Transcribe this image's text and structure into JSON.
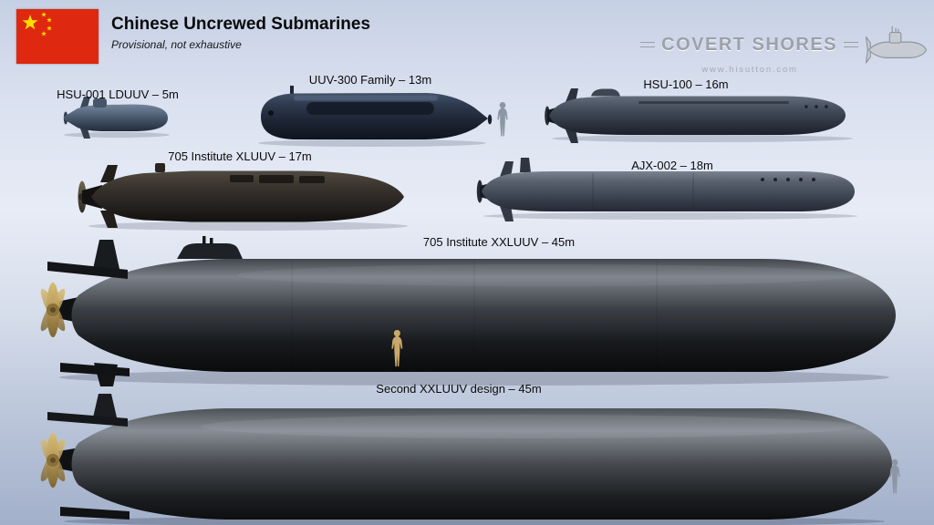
{
  "header": {
    "title": "Chinese Uncrewed Submarines",
    "subtitle": "Provisional, not exhaustive"
  },
  "logo": {
    "brand": "COVERT SHORES",
    "website": "www.hisutton.com"
  },
  "submarines": [
    {
      "id": "hsu-001-lduuv",
      "name": "HSU-001 LDUUV",
      "length_m": 5,
      "label": "HSU-001 LDUUV – 5m"
    },
    {
      "id": "uuv-300-family",
      "name": "UUV-300 Family",
      "length_m": 13,
      "label": "UUV-300 Family – 13m"
    },
    {
      "id": "hsu-100",
      "name": "HSU-100",
      "length_m": 16,
      "label": "HSU-100 – 16m"
    },
    {
      "id": "705-institute-xluuv",
      "name": "705 Institute XLUUV",
      "length_m": 17,
      "label": "705 Institute XLUUV – 17m"
    },
    {
      "id": "ajx-002",
      "name": "AJX-002",
      "length_m": 18,
      "label": "AJX-002 – 18m"
    },
    {
      "id": "705-institute-xxluuv",
      "name": "705 Institute XXLUUV",
      "length_m": 45,
      "label": "705 Institute XXLUUV – 45m"
    },
    {
      "id": "second-xxluuv-design",
      "name": "Second XXLUUV design",
      "length_m": 45,
      "label": "Second XXLUUV design – 45m"
    }
  ],
  "colors": {
    "flag_red": "#de2910",
    "flag_star_yellow": "#ffde00",
    "background_top": "#c6d0e4",
    "background_bottom": "#a3b0ca",
    "logo_gray": "#9ba1aa",
    "propeller_gold": "#b3965a",
    "scale_figure_tan": "#c9a86a",
    "scale_figure_gray": "#8d96a4"
  }
}
